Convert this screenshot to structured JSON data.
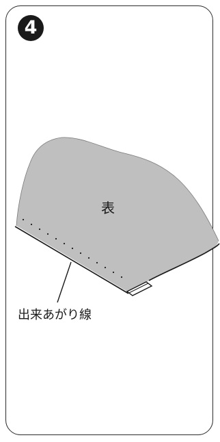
{
  "step": {
    "number": "4"
  },
  "diagram": {
    "face_label": "表",
    "finish_line_label": "出来あがり線",
    "fabric_color": "#bfbfbf",
    "stroke_color": "#1a1a1a"
  }
}
